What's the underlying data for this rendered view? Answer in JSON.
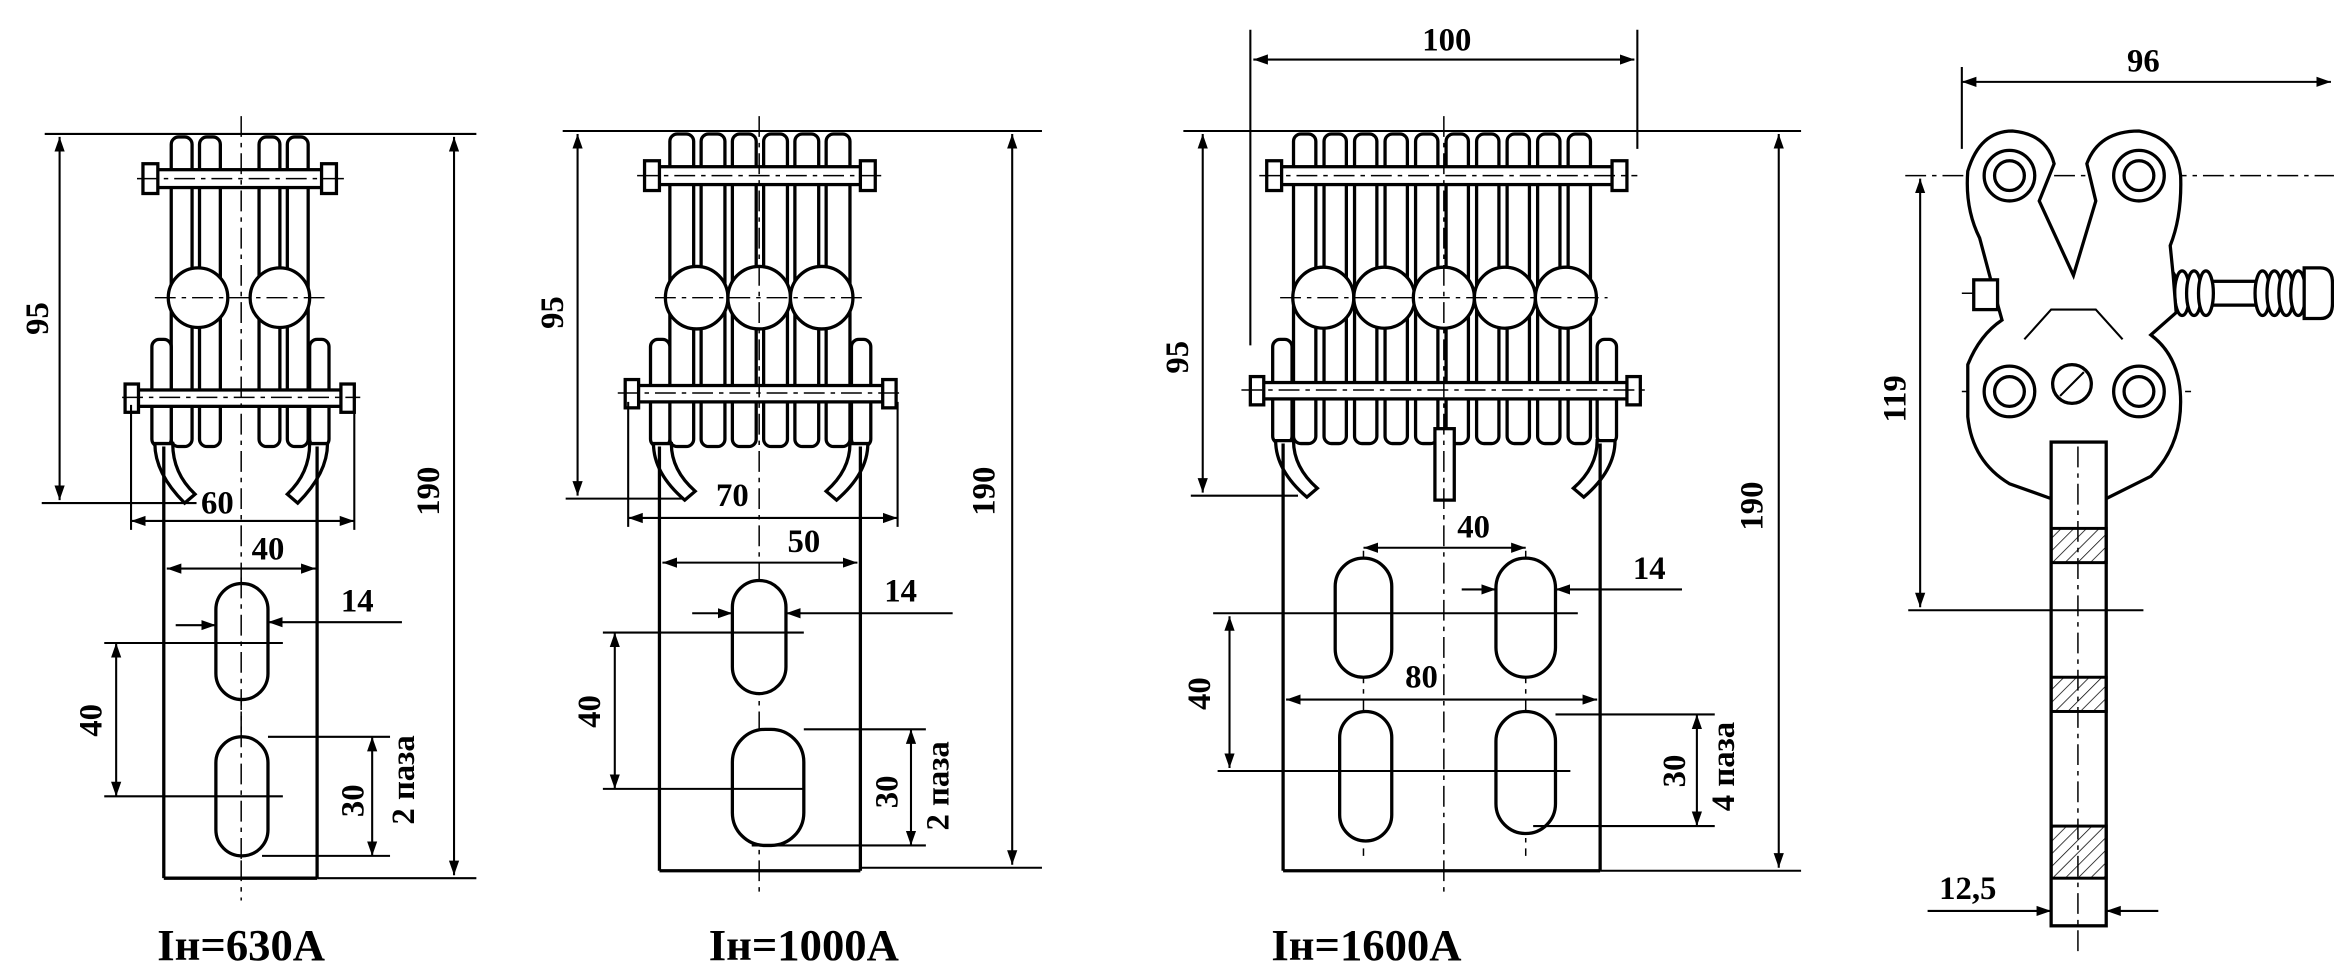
{
  "drawings": [
    {
      "caption": "Iн=630A",
      "contact_height": "95",
      "overall_height": "190",
      "outer_width": "60",
      "bar_width": "40",
      "slot_width": "14",
      "slot_pitch": "40",
      "slot_length": "30",
      "slot_note": "2 паза"
    },
    {
      "caption": "Iн=1000A",
      "contact_height": "95",
      "overall_height": "190",
      "outer_width": "70",
      "bar_width": "50",
      "slot_width": "14",
      "slot_pitch": "40",
      "slot_length": "30",
      "slot_note": "2 паза"
    },
    {
      "caption": "Iн=1600A",
      "top_width": "100",
      "contact_height": "95",
      "overall_height": "190",
      "slot_spacing": "40",
      "slot_width": "14",
      "slot_span": "80",
      "slot_pitch": "40",
      "slot_length": "30",
      "slot_note": "4 паза"
    }
  ],
  "side_view": {
    "width": "96",
    "height": "119",
    "bar_thickness": "12,5"
  }
}
